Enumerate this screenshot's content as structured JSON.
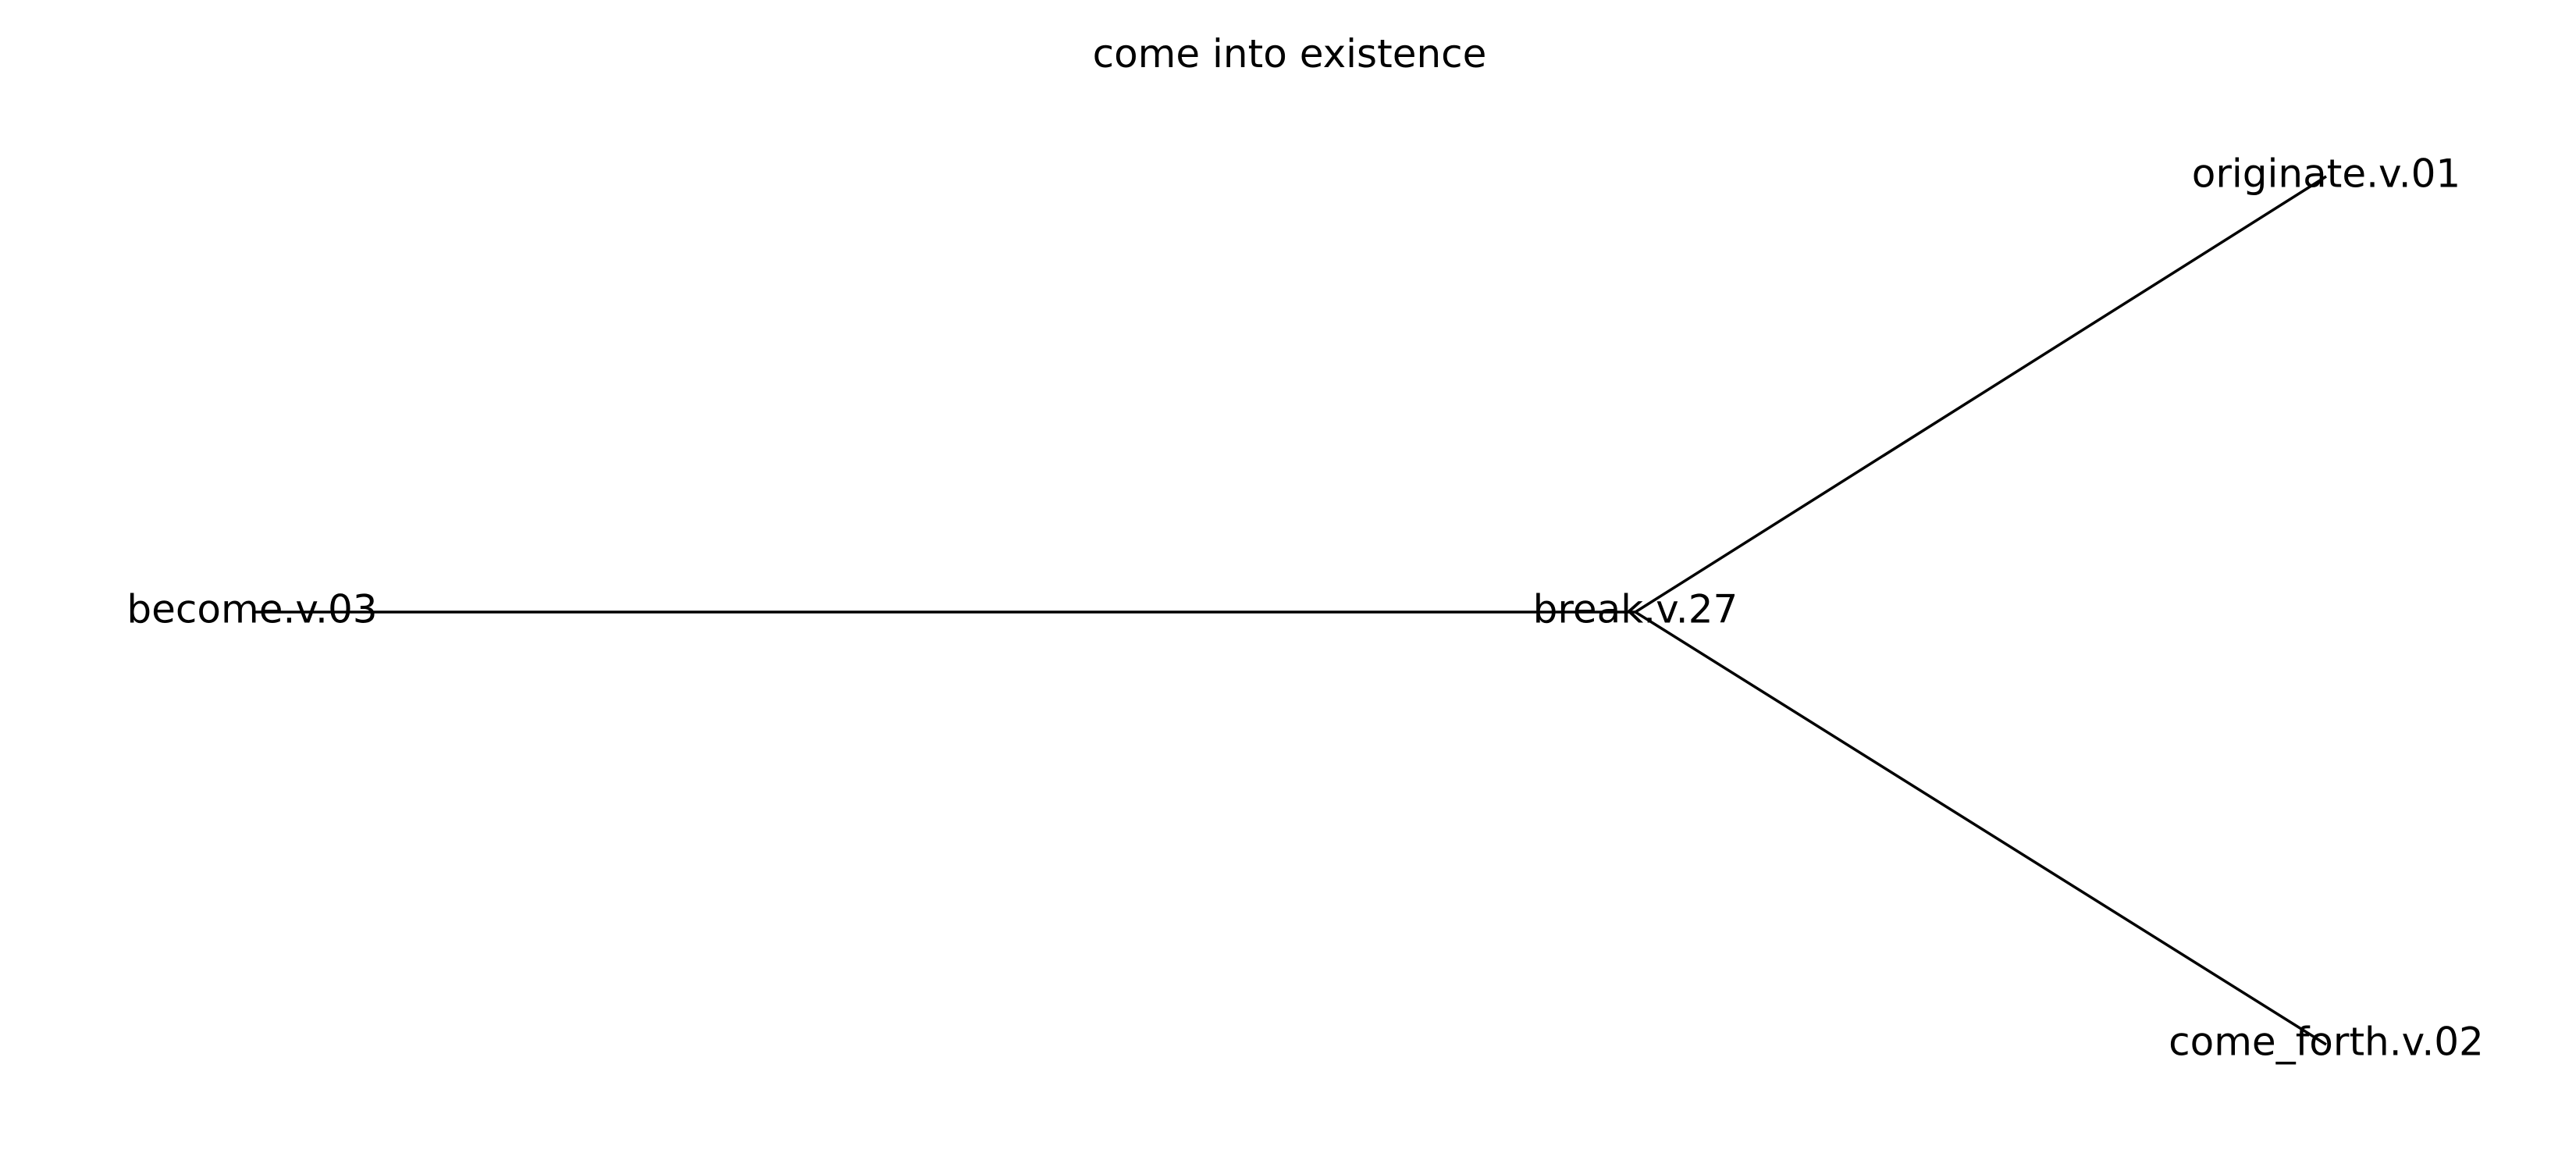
{
  "title": "come into existence",
  "nodes": [
    {
      "id": "become",
      "label": "become.v.03"
    },
    {
      "id": "break",
      "label": "break.v.27"
    },
    {
      "id": "originate",
      "label": "originate.v.01"
    },
    {
      "id": "come_forth",
      "label": "come_forth.v.02"
    }
  ],
  "edges": [
    {
      "from": "become",
      "to": "break"
    },
    {
      "from": "break",
      "to": "originate"
    },
    {
      "from": "break",
      "to": "come_forth"
    }
  ]
}
